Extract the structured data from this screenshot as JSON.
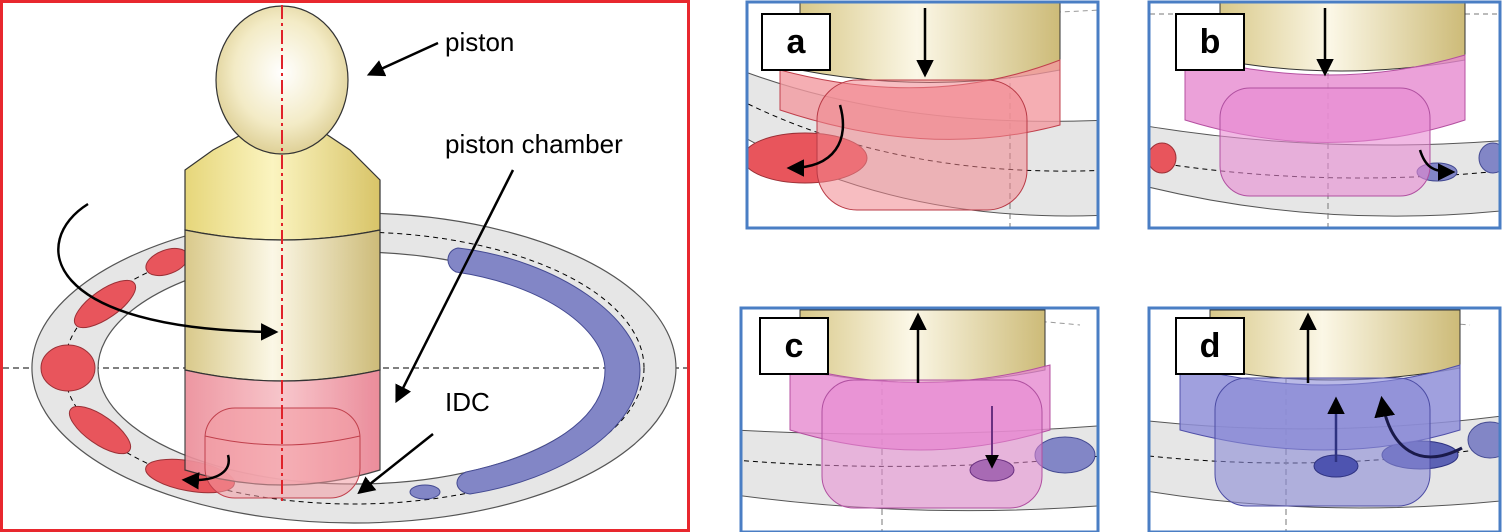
{
  "main": {
    "labels": {
      "piston": "piston",
      "piston_chamber": "piston chamber",
      "idc": "IDC"
    }
  },
  "panels": {
    "a": {
      "letter": "a",
      "flow": "down"
    },
    "b": {
      "letter": "b",
      "flow": "down"
    },
    "c": {
      "letter": "c",
      "flow": "up"
    },
    "d": {
      "letter": "d",
      "flow": "up"
    }
  },
  "colors": {
    "main_frame": "#e8282e",
    "panel_frame": "#4a7ec4",
    "port_red": "#e8555c",
    "port_blue": "#7f85c4",
    "ring": "#e6e6e6",
    "piston_cream": "#efe4b4",
    "chamber_pink": "#f4a0b0",
    "chamber_magenta": "#e08ad4",
    "chamber_violet": "#8f8fd8"
  }
}
